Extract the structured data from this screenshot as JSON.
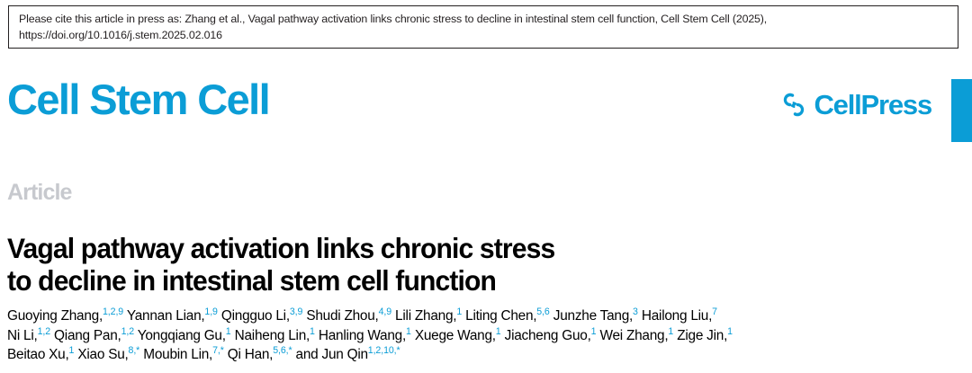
{
  "citation_notice": {
    "text": "Please cite this article in press as: Zhang et al., Vagal pathway activation links chronic stress to decline in intestinal stem cell function, Cell Stem Cell (2025), https://doi.org/10.1016/j.stem.2025.02.016"
  },
  "masthead": {
    "journal_title": "Cell Stem Cell",
    "publisher_name": "CellPress",
    "publisher_mark_icon": "cellpress-interlocking-mark-icon",
    "accent_color": "#0b9dd6",
    "tab_color": "#0b9dd6"
  },
  "article": {
    "kicker": "Article",
    "kicker_color": "#c7c9ce",
    "title_line_1": "Vagal pathway activation links chronic stress",
    "title_line_2": "to decline in intestinal stem cell function",
    "title_full": "Vagal pathway activation links chronic stress to decline in intestinal stem cell function"
  },
  "authors": {
    "line_1": [
      {
        "name": "Guoying Zhang,",
        "sup": "1,2,9"
      },
      {
        "name": "Yannan Lian,",
        "sup": "1,9"
      },
      {
        "name": "Qingguo Li,",
        "sup": "3,9"
      },
      {
        "name": "Shudi Zhou,",
        "sup": "4,9"
      },
      {
        "name": "Lili Zhang,",
        "sup": "1"
      },
      {
        "name": "Liting Chen,",
        "sup": "5,6"
      },
      {
        "name": "Junzhe Tang,",
        "sup": "3"
      },
      {
        "name": "Hailong Liu,",
        "sup": "7"
      }
    ],
    "line_2": [
      {
        "name": "Ni Li,",
        "sup": "1,2"
      },
      {
        "name": "Qiang Pan,",
        "sup": "1,2"
      },
      {
        "name": "Yongqiang Gu,",
        "sup": "1"
      },
      {
        "name": "Naiheng Lin,",
        "sup": "1"
      },
      {
        "name": "Hanling Wang,",
        "sup": "1"
      },
      {
        "name": "Xuege Wang,",
        "sup": "1"
      },
      {
        "name": "Jiacheng Guo,",
        "sup": "1"
      },
      {
        "name": "Wei Zhang,",
        "sup": "1"
      },
      {
        "name": "Zige Jin,",
        "sup": "1"
      }
    ],
    "line_3": [
      {
        "name": "Beitao Xu,",
        "sup": "1"
      },
      {
        "name": "Xiao Su,",
        "sup": "8,*"
      },
      {
        "name": "Moubin Lin,",
        "sup": "7,*"
      },
      {
        "name": "Qi Han,",
        "sup": "5,6,*"
      },
      {
        "name": "and Jun Qin",
        "sup": "1,2,10,*"
      }
    ],
    "superscript_color": "#0b9dd6"
  }
}
